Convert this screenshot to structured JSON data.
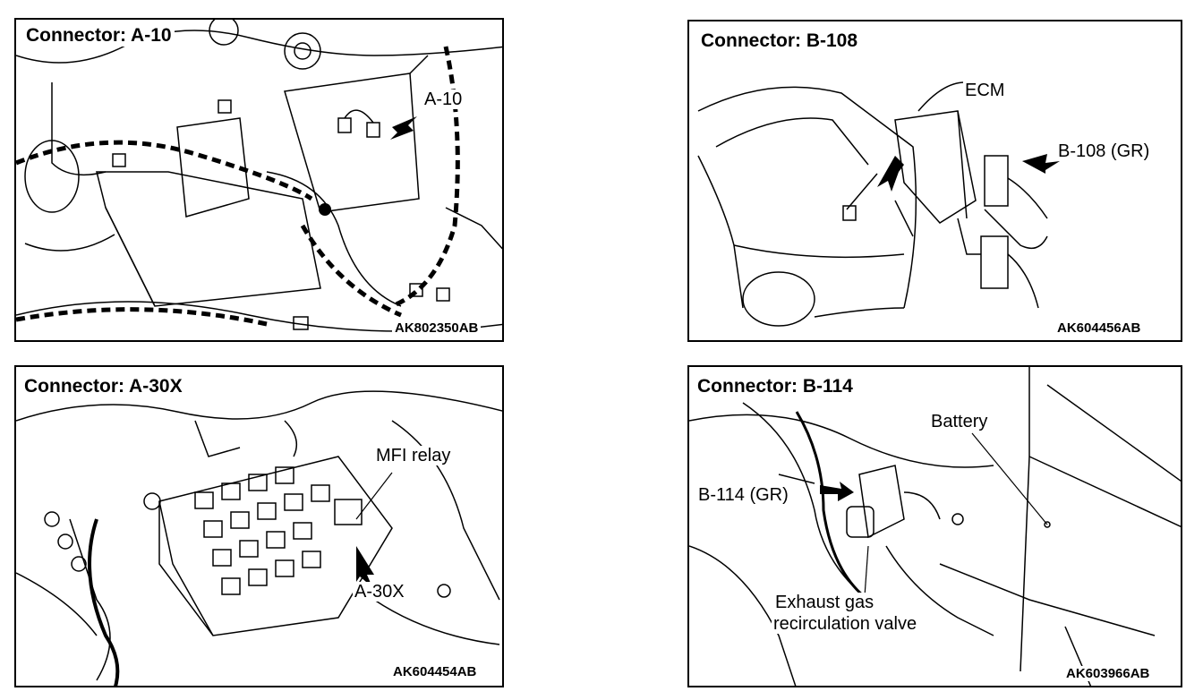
{
  "panels": [
    {
      "title": "Connector: A-10",
      "code": "AK802350AB",
      "labels": [
        "A-10"
      ]
    },
    {
      "title": "Connector: B-108",
      "code": "AK604456AB",
      "labels": [
        "ECM",
        "B-108 (GR)"
      ]
    },
    {
      "title": "Connector: A-30X",
      "code": "AK604454AB",
      "labels": [
        "MFI relay",
        "A-30X"
      ]
    },
    {
      "title": "Connector: B-114",
      "code": "AK603966AB",
      "labels": [
        "Battery",
        "B-114 (GR)",
        "Exhaust gas",
        "recirculation valve"
      ]
    }
  ]
}
